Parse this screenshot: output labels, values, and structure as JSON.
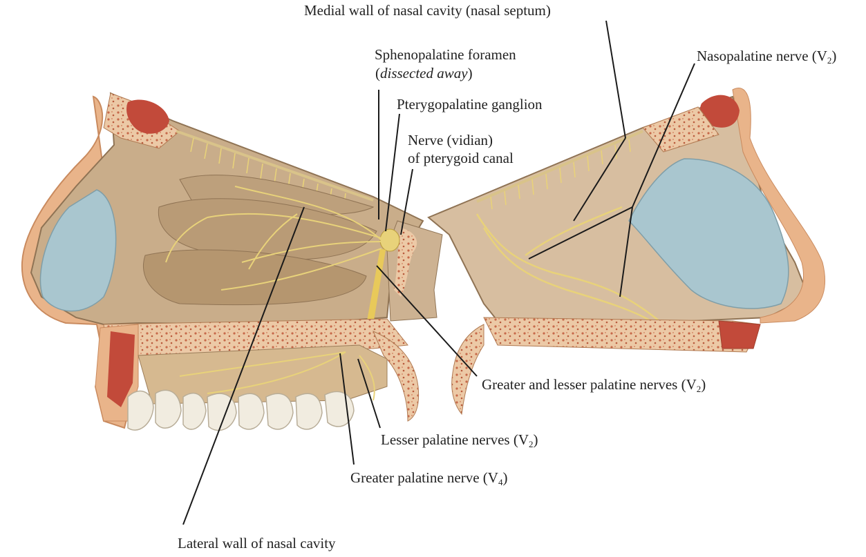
{
  "labels": {
    "medial_wall": "Medial wall of nasal cavity (nasal septum)",
    "sphenopalatine_foramen": "Sphenopalatine foramen",
    "dissected_away": "dissected away",
    "pterygopalatine_ganglion": "Pterygopalatine ganglion",
    "nerve_vidian_line1": "Nerve (vidian)",
    "nerve_vidian_line2": "of pterygoid canal",
    "nasopalatine_nerve": "Nasopalatine nerve (V",
    "nasopalatine_sub": "2",
    "greater_lesser_palatine": "Greater and lesser palatine nerves (V",
    "greater_lesser_sub": "2",
    "lesser_palatine": "Lesser palatine nerves (V",
    "lesser_palatine_sub": "2",
    "greater_palatine": "Greater palatine nerve (V",
    "greater_palatine_sub": "4",
    "lateral_wall": "Lateral wall of nasal cavity"
  },
  "colors": {
    "mucosa": "#c9ad8a",
    "mucosa_dark": "#a88a66",
    "nerve": "#e8d27a",
    "cartilage": "#a9c6cf",
    "bone": "#e9c9a6",
    "bone_marrow": "#c7694a",
    "skin": "#e9b48a",
    "fat": "#f0c94a",
    "teeth": "#f1ece0",
    "leader": "#1a1a1a"
  }
}
